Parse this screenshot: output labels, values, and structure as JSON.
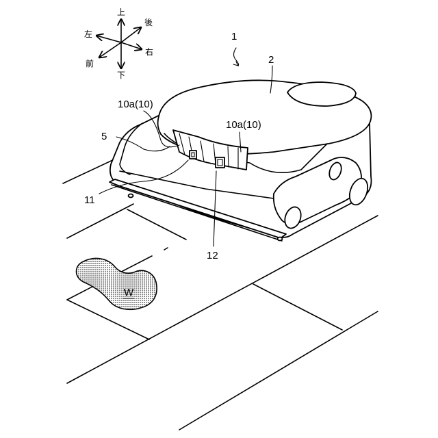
{
  "figure": {
    "directions": {
      "up": "上",
      "down": "下",
      "left": "左",
      "right": "右",
      "front": "前",
      "back": "後"
    },
    "labels": {
      "robot": "1",
      "housing": "2",
      "front_part": "5",
      "sensor_left": "10a(10)",
      "sensor_right": "10a(10)",
      "bumper": "11",
      "window": "12",
      "dirt": "W"
    }
  }
}
